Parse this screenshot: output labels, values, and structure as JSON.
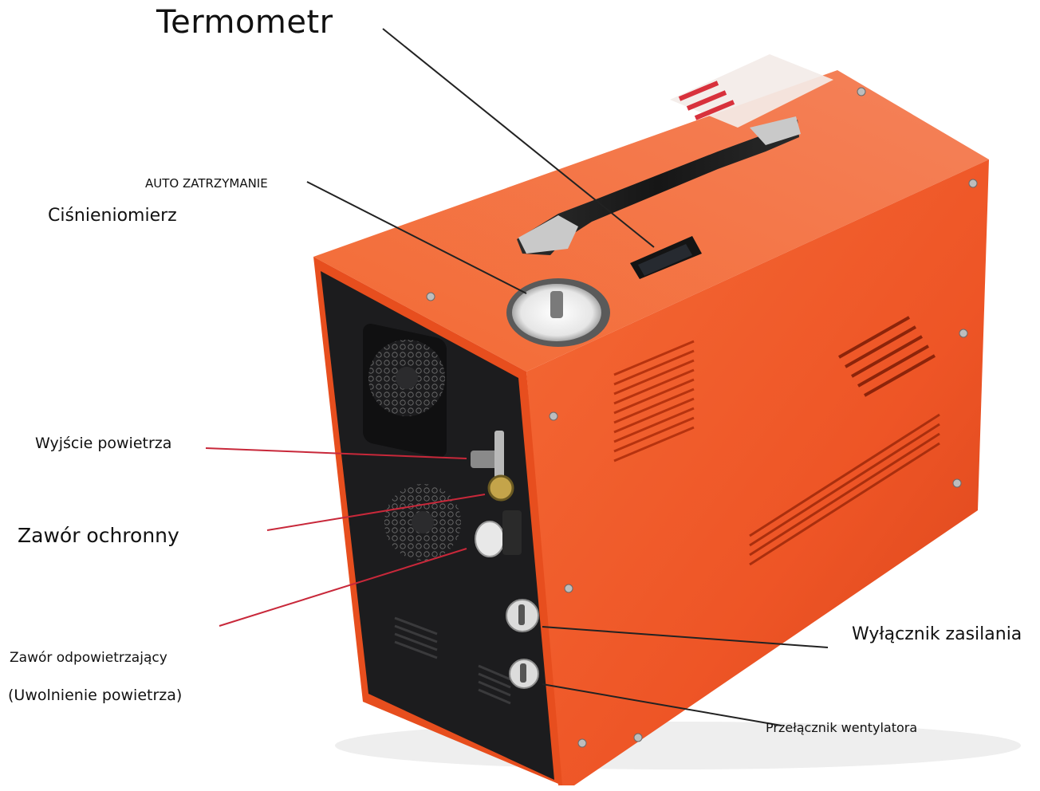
{
  "labels": {
    "termometr": "Termometr",
    "auto_stop": "AUTO ZATRZYMANIE",
    "cisnieniomierz": "Ciśnieniomierz",
    "wyjscie": "Wyjście powietrza",
    "zawor_ochronny": "Zawór ochronny",
    "zawor_odpowietrzajacy": "Zawór odpowietrzający",
    "uwolnienie": "(Uwolnienie powietrza)",
    "wylacznik": "Wyłącznik zasilania",
    "przelacznik": "Przełącznik wentylatora"
  },
  "colors": {
    "casing_orange": "#f15a28",
    "casing_dark_orange": "#d9471c",
    "panel_black": "#1b1b1d",
    "handle_black": "#232323",
    "leader_red": "#c8283a",
    "leader_black": "#222222"
  }
}
